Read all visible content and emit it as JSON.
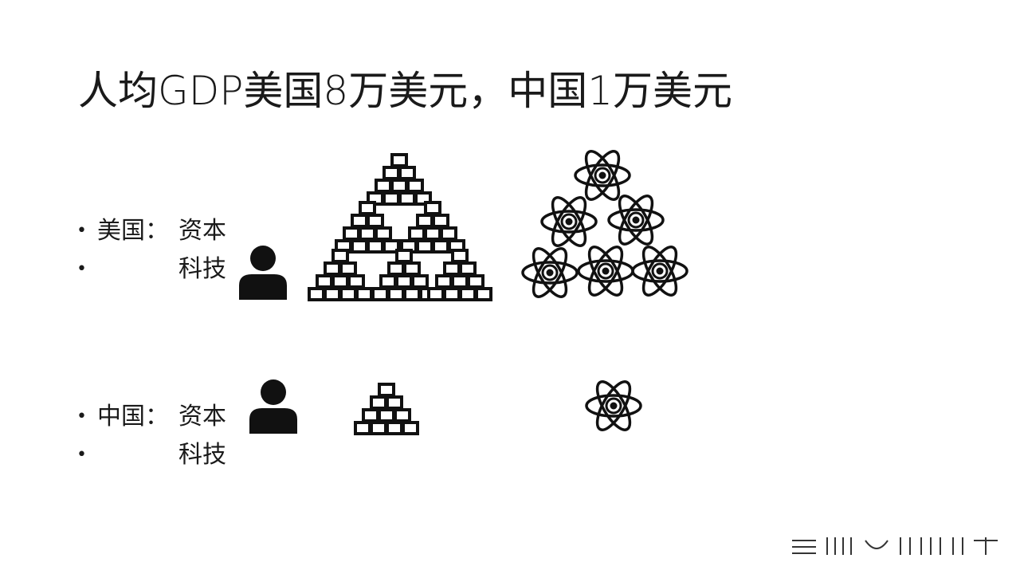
{
  "slide": {
    "title": "人均GDP美国8万美元，中国1万美元",
    "bullet_symbol": "•",
    "sections": [
      {
        "country_label": "美国：",
        "capital_label": "资本",
        "tech_label": "科技",
        "gold_bars_count": 6,
        "atoms_count": 6
      },
      {
        "country_label": "中国：",
        "capital_label": "资本",
        "tech_label": "科技",
        "gold_bars_count": 1,
        "atoms_count": 1
      }
    ],
    "icons": {
      "person": "person-icon",
      "gold": "gold-bars-icon",
      "atom": "atom-icon",
      "watermark": "watermark-logo"
    },
    "colors": {
      "ink": "#1a1a1a",
      "background": "#ffffff"
    }
  }
}
